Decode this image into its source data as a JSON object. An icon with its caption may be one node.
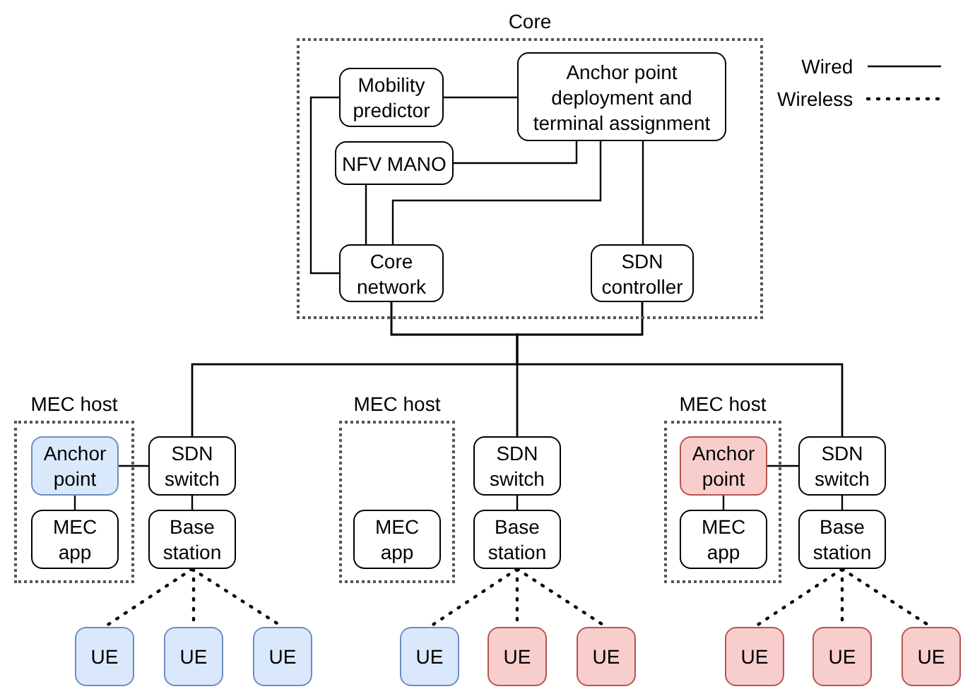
{
  "diagram": {
    "nodes": [
      {
        "text": [
          "Core"
        ]
      },
      {
        "text": [
          "Mobility predictor"
        ],
        "in": 0
      },
      {
        "text": [
          "Anchor point deployment and terminal assignment"
        ],
        "in": 0
      },
      {
        "text": [
          "NFV MANO"
        ],
        "in": 0
      },
      {
        "text": [
          "Core network"
        ],
        "in": 0
      },
      {
        "text": [
          "SDN controller"
        ],
        "in": 0
      },
      {
        "text": [
          "MEC host"
        ]
      },
      {
        "text": [
          "Anchor point"
        ],
        "in": 6
      },
      {
        "text": [
          "MEC app"
        ],
        "in": 6
      },
      {
        "text": [
          "SDN switch"
        ]
      },
      {
        "text": [
          "Base station"
        ]
      },
      {
        "text": [
          "UE"
        ]
      },
      {
        "text": [
          "UE"
        ]
      },
      {
        "text": [
          "UE"
        ]
      },
      {
        "text": [
          "MEC host"
        ]
      },
      {
        "text": [
          "MEC app"
        ],
        "in": 14
      },
      {
        "text": [
          "SDN switch"
        ]
      },
      {
        "text": [
          "Base station"
        ]
      },
      {
        "text": [
          "UE"
        ]
      },
      {
        "text": [
          "UE"
        ]
      },
      {
        "text": [
          "UE"
        ]
      },
      {
        "text": [
          "MEC host"
        ]
      },
      {
        "text": [
          "Anchor point"
        ],
        "in": 21
      },
      {
        "text": [
          "MEC app"
        ],
        "in": 21
      },
      {
        "text": [
          "SDN switch"
        ]
      },
      {
        "text": [
          "Base station"
        ]
      },
      {
        "text": [
          "UE"
        ]
      },
      {
        "text": [
          "UE"
        ]
      },
      {
        "text": [
          "UE"
        ]
      }
    ],
    "edges": [
      {
        "from": 1,
        "to": 2,
        "arrow": "none"
      },
      {
        "from": 3,
        "to": 2,
        "arrow": "none"
      },
      {
        "from": 2,
        "to": 4,
        "arrow": "none"
      },
      {
        "from": 3,
        "to": 4,
        "arrow": "none"
      },
      {
        "from": 1,
        "to": 4,
        "arrow": "none"
      },
      {
        "from": 2,
        "to": 5,
        "arrow": "none"
      },
      {
        "from": 4,
        "to": 9,
        "arrow": "none"
      },
      {
        "from": 4,
        "to": 16,
        "arrow": "none"
      },
      {
        "from": 4,
        "to": 24,
        "arrow": "none"
      },
      {
        "from": 5,
        "to": 9,
        "arrow": "none"
      },
      {
        "from": 5,
        "to": 16,
        "arrow": "none"
      },
      {
        "from": 5,
        "to": 24,
        "arrow": "none"
      },
      {
        "from": 7,
        "to": 9,
        "arrow": "none"
      },
      {
        "from": 7,
        "to": 8,
        "arrow": "none"
      },
      {
        "from": 9,
        "to": 10,
        "arrow": "none"
      },
      {
        "from": 10,
        "to": 11,
        "arrow": "none",
        "style": "dashed"
      },
      {
        "from": 10,
        "to": 12,
        "arrow": "none",
        "style": "dashed"
      },
      {
        "from": 10,
        "to": 13,
        "arrow": "none",
        "style": "dashed"
      },
      {
        "from": 16,
        "to": 17,
        "arrow": "none"
      },
      {
        "from": 17,
        "to": 18,
        "arrow": "none",
        "style": "dashed"
      },
      {
        "from": 17,
        "to": 19,
        "arrow": "none",
        "style": "dashed"
      },
      {
        "from": 17,
        "to": 20,
        "arrow": "none",
        "style": "dashed"
      },
      {
        "from": 22,
        "to": 24,
        "arrow": "none"
      },
      {
        "from": 22,
        "to": 23,
        "arrow": "none"
      },
      {
        "from": 24,
        "to": 25,
        "arrow": "none"
      },
      {
        "from": 25,
        "to": 26,
        "arrow": "none",
        "style": "dashed"
      },
      {
        "from": 25,
        "to": 27,
        "arrow": "none",
        "style": "dashed"
      },
      {
        "from": 25,
        "to": 28,
        "arrow": "none",
        "style": "dashed"
      }
    ],
    "legend": [
      {
        "text": "Wired"
      },
      {
        "text": "Wireless"
      }
    ]
  }
}
